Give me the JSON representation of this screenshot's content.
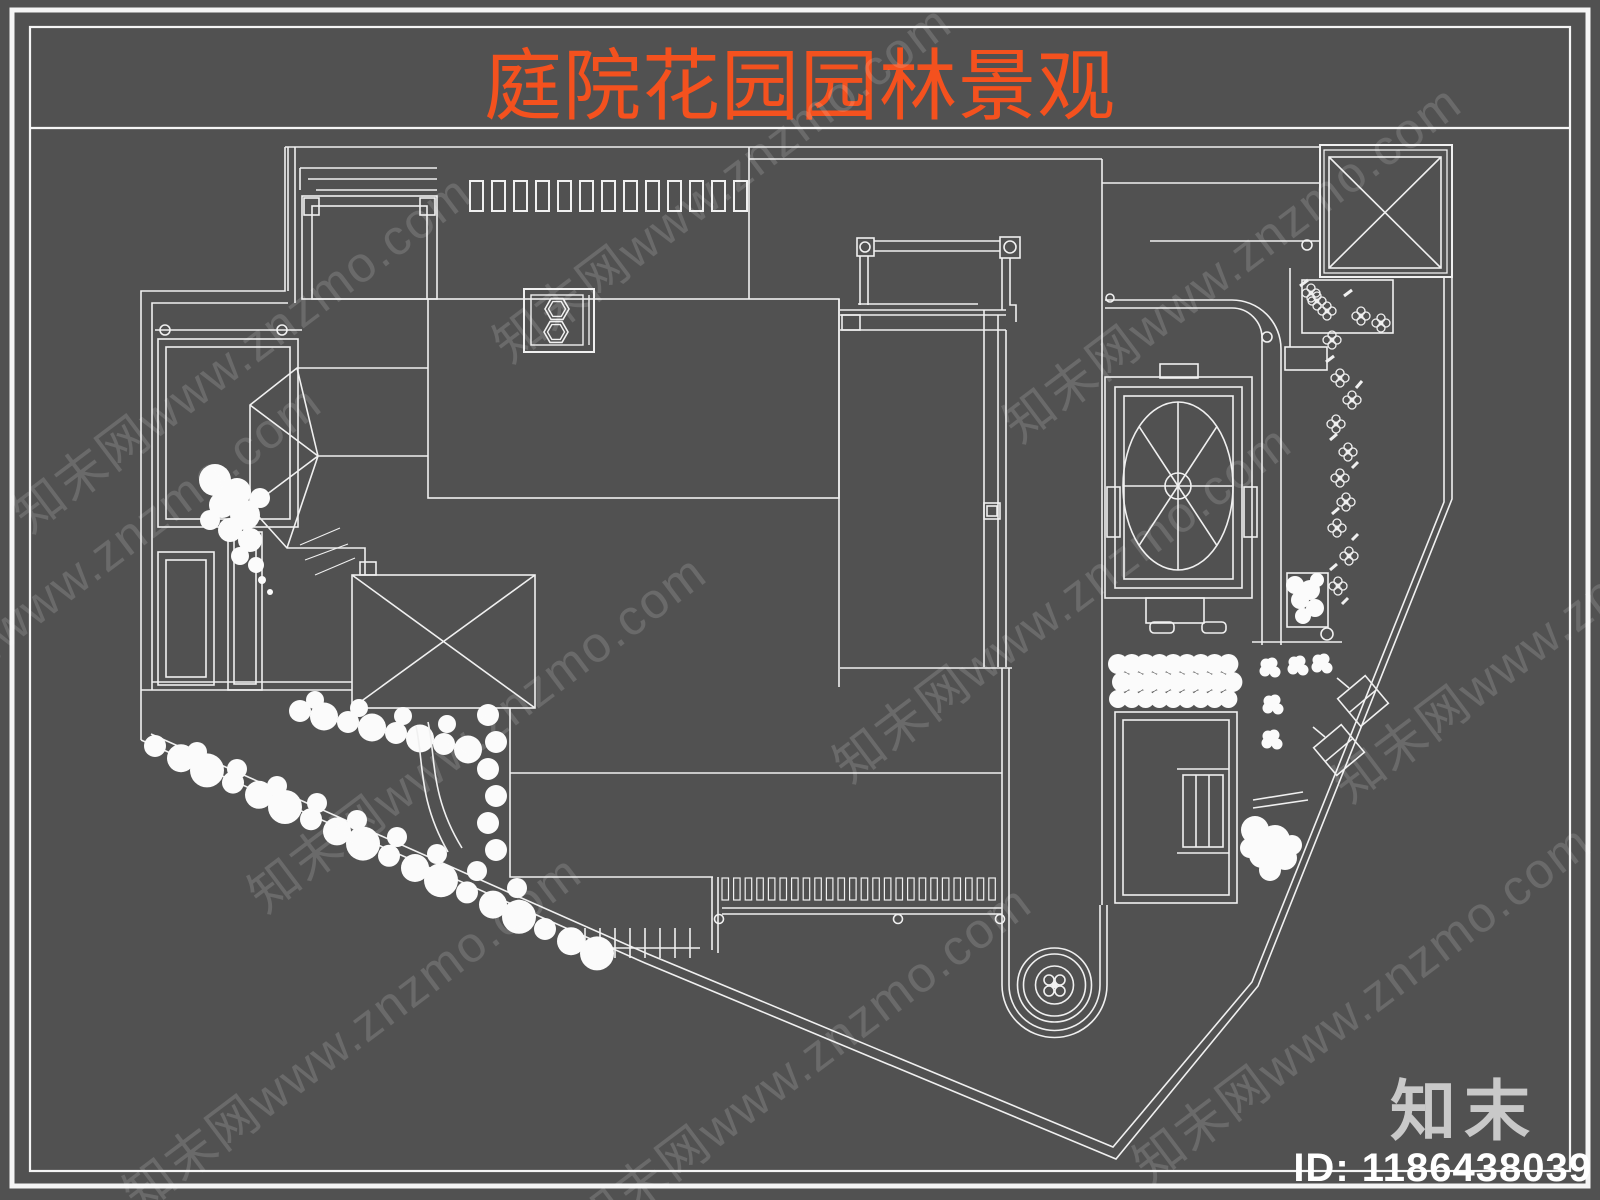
{
  "page": {
    "background_color": "#515151",
    "line_color": "#f0f0f0",
    "title": {
      "text": "庭院花园园林景观",
      "color": "#f4511e"
    },
    "watermark": {
      "text": "知末网www.znzmo.com",
      "opacity": 0.14
    },
    "brand": {
      "logo_text": "知末",
      "id_label": "ID: 1186438039"
    }
  }
}
